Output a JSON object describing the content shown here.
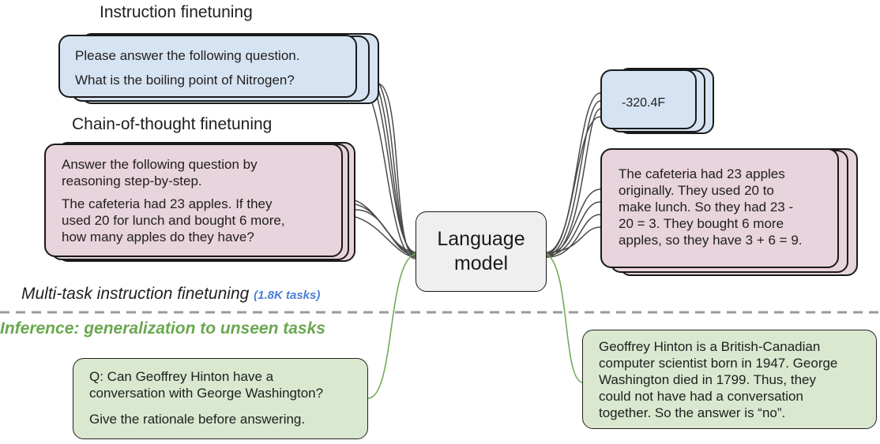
{
  "headings": {
    "instruction": "Instruction finetuning",
    "cot": "Chain-of-thought finetuning",
    "multitask": "Multi-task instruction finetuning",
    "tasks_badge": "(1.8K tasks)",
    "inference": "Inference: generalization to unseen tasks"
  },
  "instruction_card": {
    "line1": "Please answer the following question.",
    "line2": "What is the boiling point of Nitrogen?"
  },
  "cot_card": {
    "line1": "Answer the following question by",
    "line2": "reasoning step-by-step.",
    "line3": "The cafeteria had 23 apples. If they",
    "line4": "used 20 for lunch and bought 6 more,",
    "line5": "how many apples do they have?"
  },
  "model": {
    "label": "Language\nmodel"
  },
  "answer_card": {
    "text": "-320.4F"
  },
  "cot_answer_card": {
    "line1": "The cafeteria had 23 apples",
    "line2": "originally. They used 20 to",
    "line3": "make lunch. So they had 23 -",
    "line4": "20 = 3. They bought 6 more",
    "line5": "apples, so they have 3 + 6 = 9."
  },
  "inference_question": {
    "line1": "Q: Can Geoffrey Hinton have a",
    "line2": "conversation with George Washington?",
    "line3": "Give the rationale before answering."
  },
  "inference_answer": {
    "line1": "Geoffrey Hinton is a British-Canadian",
    "line2": "computer scientist born in 1947. George",
    "line3": "Washington died in 1799. Thus, they",
    "line4": "could not have had a conversation",
    "line5": "together. So the answer is “no”."
  },
  "colors": {
    "inference_green": "#6aa84f",
    "tasks_blue": "#4a7fd6",
    "card_blue": "#d6e3f2",
    "card_pink": "#e8d4dc",
    "card_green": "#d9e8cf"
  }
}
